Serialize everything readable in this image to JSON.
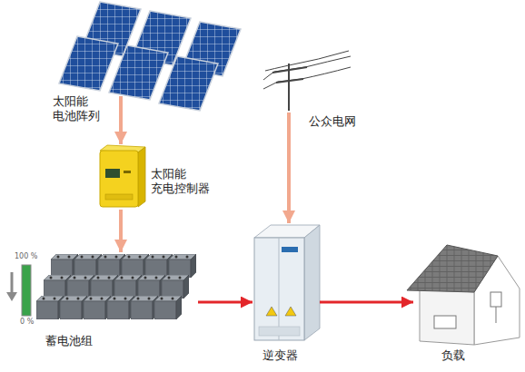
{
  "diagram": {
    "nodes": [
      {
        "text": [
          "太阳能 电池阵列"
        ]
      },
      {
        "text": [
          "太阳能 充电控制器"
        ]
      },
      {
        "text": [
          "蓄电池组"
        ]
      },
      {
        "text": [
          "逆变器"
        ]
      },
      {
        "text": [
          "公众电网"
        ]
      },
      {
        "text": [
          "负载"
        ]
      }
    ],
    "edges": [
      {
        "from": 0,
        "to": 1,
        "arrow": "to"
      },
      {
        "from": 1,
        "to": 2,
        "arrow": "to"
      },
      {
        "from": 2,
        "to": 3,
        "arrow": "to"
      },
      {
        "from": 4,
        "to": 3,
        "arrow": "to"
      },
      {
        "from": 3,
        "to": 5,
        "arrow": "to"
      }
    ],
    "labels": [
      "100 %",
      "0 %"
    ]
  }
}
